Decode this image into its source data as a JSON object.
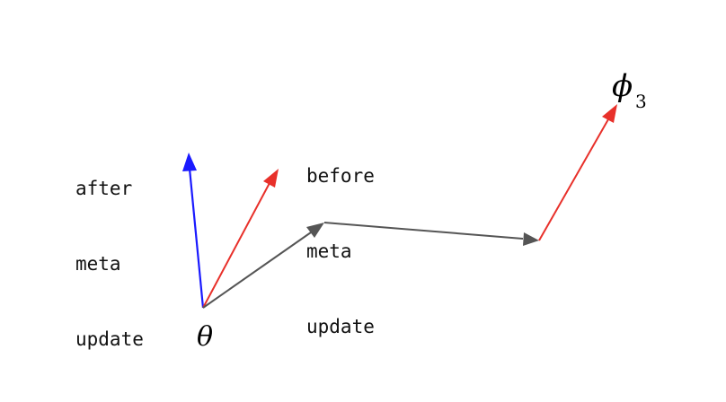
{
  "labels": {
    "after_line1": "after",
    "after_line2": "meta",
    "after_line3": "update",
    "before_line1": "before",
    "before_line2": "meta",
    "before_line3": "update",
    "theta": "θ",
    "phi": "ϕ",
    "phi_subscript": "3"
  },
  "colors": {
    "meta_update_arrow": "#1a1aff",
    "task_gradient_arrow": "#e8302a",
    "path_arrow": "#555555",
    "text": "#111111"
  }
}
